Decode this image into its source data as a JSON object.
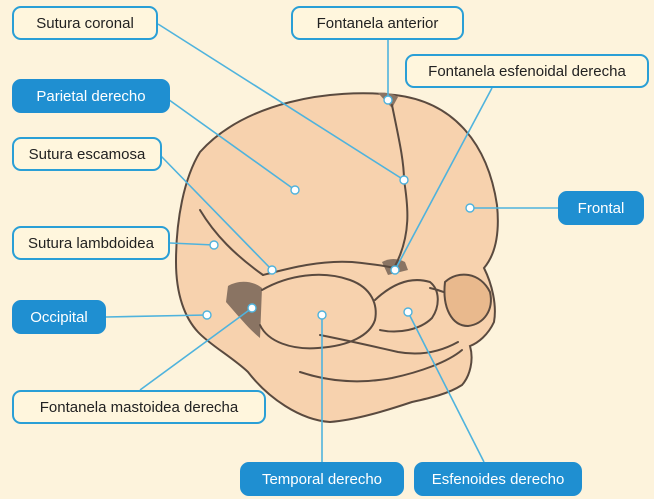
{
  "labels": {
    "sutura_coronal": "Sutura coronal",
    "fontanela_anterior": "Fontanela anterior",
    "fontanela_esfenoidal": "Fontanela esfenoidal derecha",
    "parietal_derecho": "Parietal derecho",
    "sutura_escamosa": "Sutura escamosa",
    "frontal": "Frontal",
    "sutura_lambdoidea": "Sutura lambdoidea",
    "occipital": "Occipital",
    "fontanela_mastoidea": "Fontanela mastoidea derecha",
    "temporal_derecho": "Temporal derecho",
    "esfenoides_derecho": "Esfenoides derecho"
  },
  "colors": {
    "background": "#fdf3dc",
    "bone_fill": "#f7d2ae",
    "bone_outline": "#5a4a3f",
    "fontanelle": "#8a7463",
    "leader_line": "#4fb3dd",
    "label_light_fill": "#fff6dd",
    "label_border": "#2a9fd6",
    "label_dark_fill": "#1f8fd1"
  }
}
